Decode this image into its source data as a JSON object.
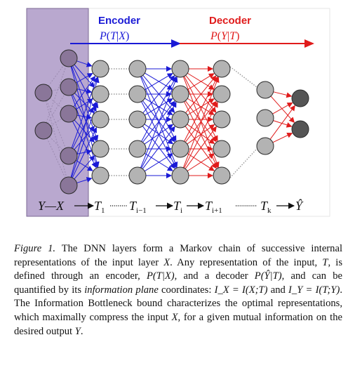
{
  "figure": {
    "encoder_title": "Encoder",
    "encoder_formula": "P(T|X)",
    "decoder_title": "Decoder",
    "decoder_formula": "P(Y|T)",
    "chain": {
      "input": "Y—X",
      "t1": "T",
      "t1_sub": "1",
      "ti_minus": "T",
      "ti_minus_sub": "i−1",
      "ti": "T",
      "ti_sub": "i",
      "ti_plus": "T",
      "ti_plus_sub": "i+1",
      "tk": "T",
      "tk_sub": "k",
      "yhat": "Ŷ"
    },
    "colors": {
      "encoder": "#1a1ad6",
      "decoder": "#e01b1b",
      "input_panel": "#b9a8cf",
      "node": "#b3b3b3",
      "input_node": "#8a7699",
      "output_node": "#555555"
    }
  },
  "caption": {
    "label": "Figure 1.",
    "s1": " The DNN layers form a Markov chain of successive internal representations of the input layer ",
    "x1": "X",
    "s2": ". Any representation of the input, ",
    "t": "T",
    "s3": ", is defined through an encoder, ",
    "ptx": "P(T|X)",
    "s4": ", and a decoder ",
    "pyt": "P(Ŷ|T)",
    "s5": ", and can be quantified by its ",
    "ip": "information plane",
    "s6": " coordinates: ",
    "ix": "I_X = I(X;T)",
    "s7": " and ",
    "iy": "I_Y = I(T;Y)",
    "s8": ". The Information Bottleneck bound characterizes the optimal representations, which maximally compress the input ",
    "x2": "X",
    "s9": ", for a given mutual information on the desired output ",
    "y": "Y",
    "s10": "."
  }
}
